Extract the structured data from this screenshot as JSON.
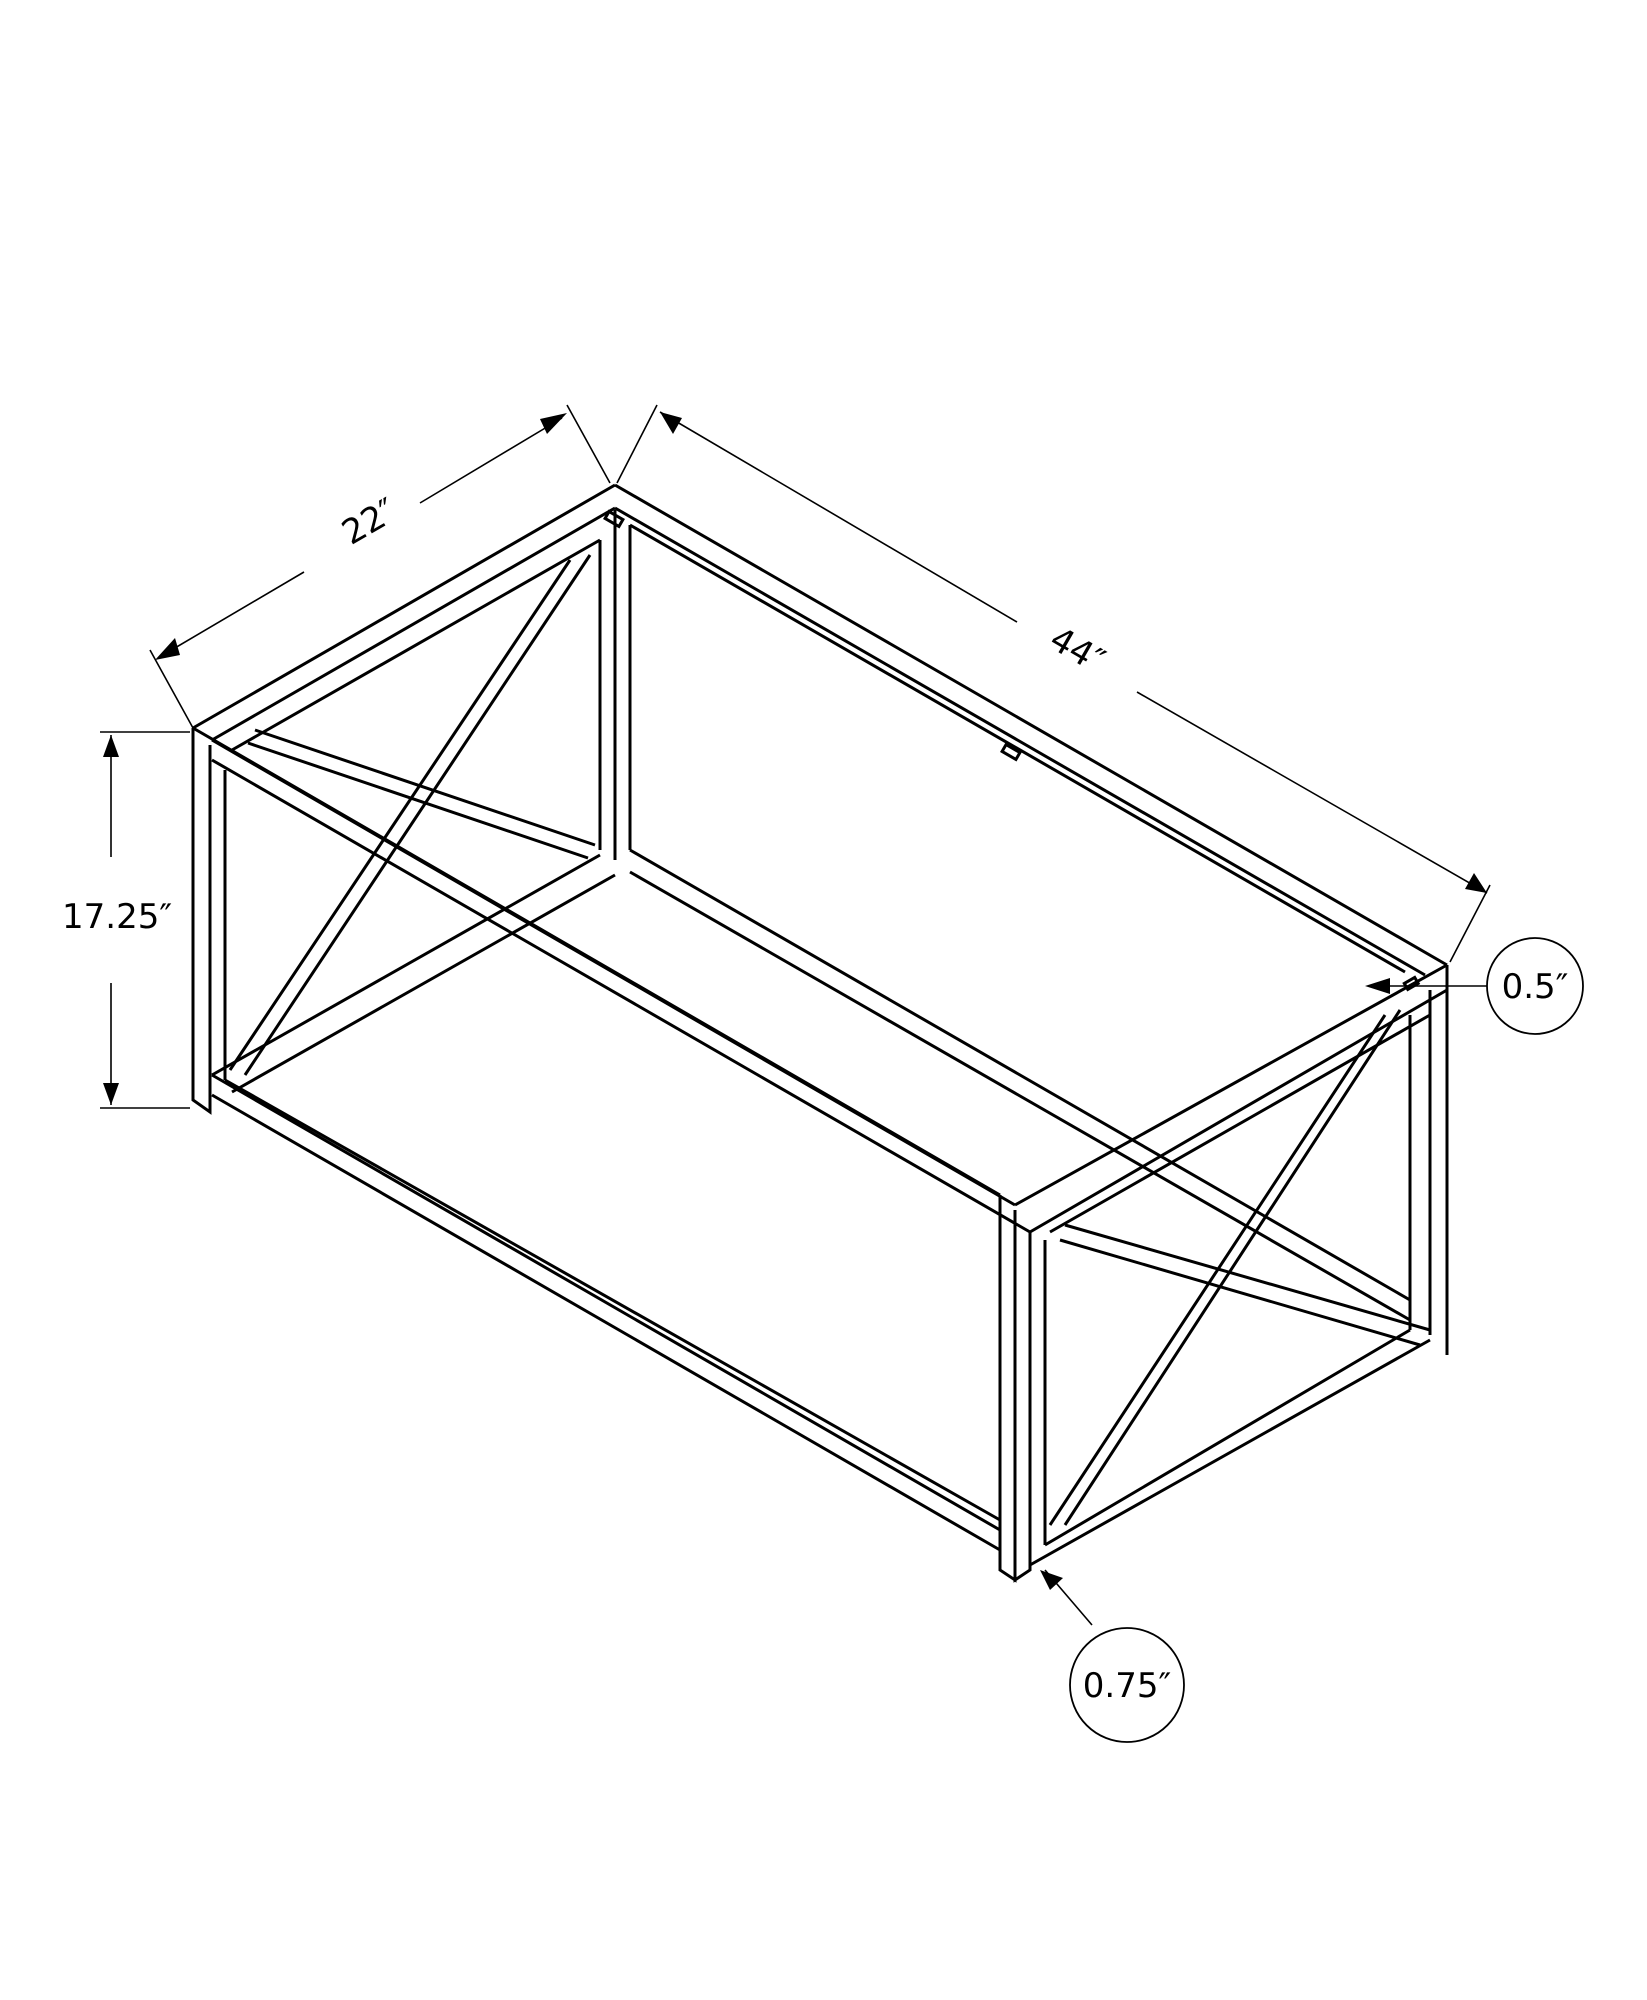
{
  "diagram": {
    "subject": "Rectangular coffee table metal frame with X-braced ends",
    "dimensions": {
      "width": "22″",
      "length": "44″",
      "height": "17.25″"
    },
    "callouts": {
      "top_thickness": "0.5″",
      "tube_thickness": "0.75″"
    },
    "colors": {
      "line": "#000000",
      "background": "#ffffff"
    }
  }
}
